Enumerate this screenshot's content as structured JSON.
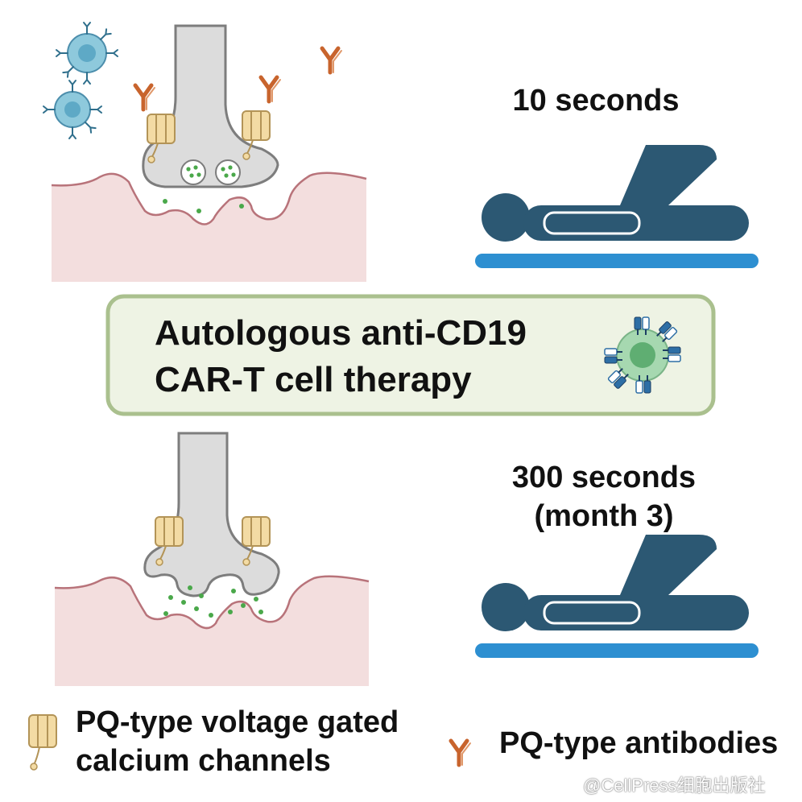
{
  "durations": {
    "before": "10 seconds",
    "after_line1": "300 seconds",
    "after_line2": "(month 3)"
  },
  "therapy": {
    "line1": "Autologous anti-CD19",
    "line2": "CAR-T cell therapy"
  },
  "legend": {
    "channels_line1": "PQ-type voltage gated",
    "channels_line2": "calcium channels",
    "antibodies": "PQ-type antibodies"
  },
  "watermark": "@CellPress细胞出版社",
  "colors": {
    "muscle": "#f3dede",
    "muscle_edge": "#b8737a",
    "terminal": "#dcdcdc",
    "terminal_edge": "#7d7d7d",
    "vesicle": "#4aa84a",
    "channel": "#f3dba4",
    "antibody": "#c8642d",
    "t_cell": "#8ec9dc",
    "patient": "#2c5873",
    "mat": "#2d8fd1",
    "therapy_box": "#eef3e4",
    "therapy_edge": "#aac08e",
    "car_t": "#a6d8b0"
  },
  "icons": [
    "t-cell-icon",
    "antibody-icon",
    "calcium-channel-icon",
    "car-t-cell-icon",
    "patient-icon"
  ]
}
